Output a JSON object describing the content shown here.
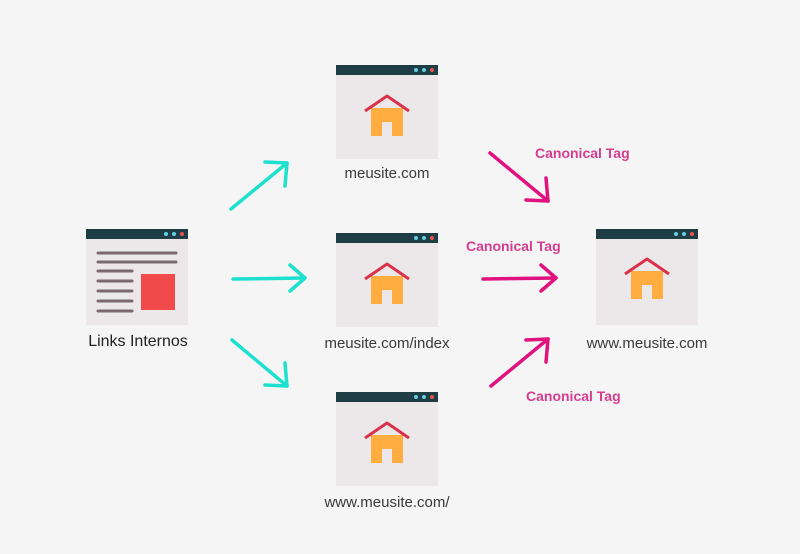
{
  "source": {
    "label": "Links Internos"
  },
  "pages": [
    {
      "label": "meusite.com"
    },
    {
      "label": "meusite.com/index"
    },
    {
      "label": "www.meusite.com/"
    }
  ],
  "canonical": {
    "label": "www.meusite.com"
  },
  "canonical_tags": [
    "Canonical Tag",
    "Canonical Tag",
    "Canonical Tag"
  ],
  "colors": {
    "background": "#f5f5f5",
    "window_bar": "#1e3d45",
    "window_body": "#ece8ea",
    "house": "#ffad40",
    "roof": "#d9324a",
    "link_arrow": "#1de0cf",
    "canonical_arrow": "#e0127f",
    "canonical_text": "#d63d8f",
    "doc_block": "#f04a4a",
    "doc_lines": "#7a6a70"
  }
}
